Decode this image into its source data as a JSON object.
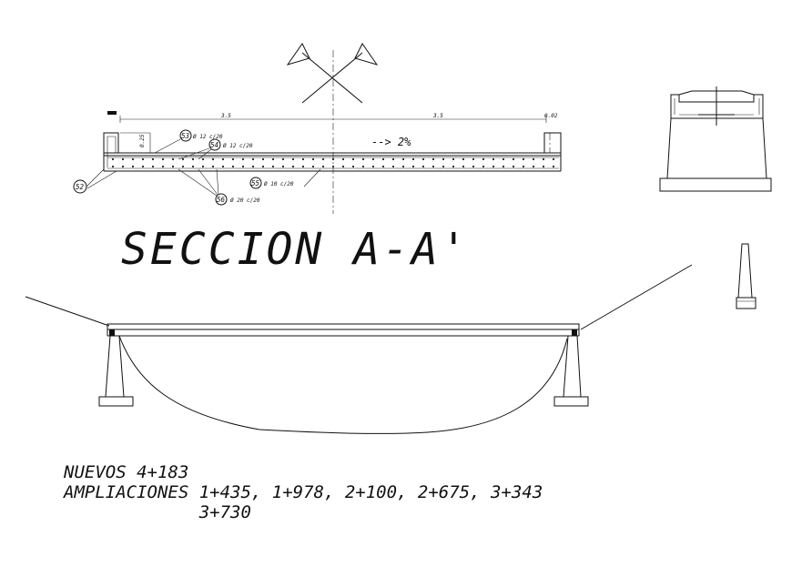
{
  "title": "SECCION A-A'",
  "section_top": {
    "dim_left": "3.5",
    "dim_right": "3.5",
    "dim_edge": "0.02",
    "dim_curb": "0.25",
    "slope": "--> 2%",
    "rebars": [
      {
        "mark": "53",
        "spec": "Ø 12 c/20"
      },
      {
        "mark": "54",
        "spec": "Ø 12 c/20"
      },
      {
        "mark": "55",
        "spec": "Ø 10 c/20"
      },
      {
        "mark": "56",
        "spec": "Ø 20 c/20"
      },
      {
        "mark": "52",
        "spec": ""
      }
    ]
  },
  "notes": {
    "line1": "NUEVOS 4+183",
    "line2": "AMPLIACIONES 1+435, 1+978, 2+100, 2+675, 3+343",
    "line3": "             3+730"
  }
}
